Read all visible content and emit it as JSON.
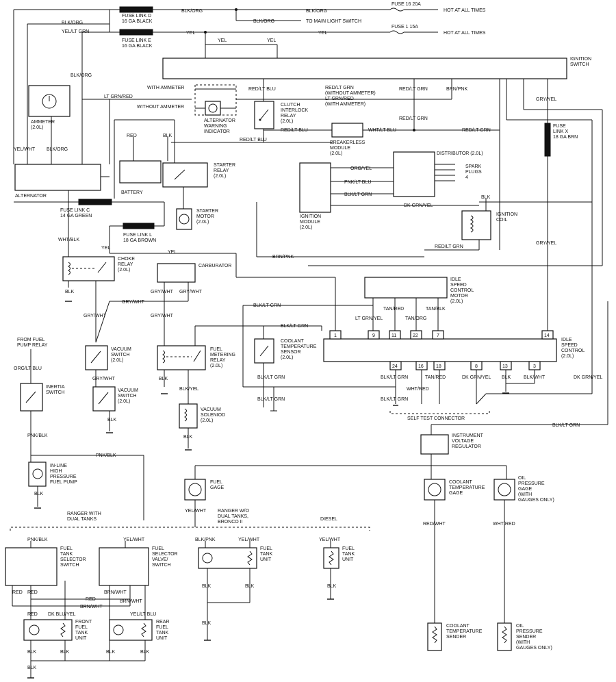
{
  "fuses": {
    "fuse16": "FUSE 16 20A",
    "fuse1": "FUSE 1 15A",
    "hot1": "HOT AT ALL TIMES",
    "hot2": "HOT AT ALL TIMES",
    "main_light": "TO MAIN LIGHT SWITCH",
    "link_d": [
      "FUSE LINK D",
      "16 GA BLACK"
    ],
    "link_e": [
      "FUSE LINK E",
      "16 GA BLACK"
    ],
    "link_c": [
      "FUSE LINK C",
      "14 GA GREEN"
    ],
    "link_l": [
      "FUSE LINK L",
      "18 GA BROWN"
    ],
    "link_x": [
      "FUSE",
      "LINK X",
      "18 GA BRN"
    ]
  },
  "components": {
    "ignition_switch": [
      "IGNITION",
      "SWITCH"
    ],
    "ammeter": [
      "AMMETER",
      "(2.0L)"
    ],
    "alternator": "ALTERNATOR",
    "alt_warning": [
      "ALTERNATOR",
      "WARNING",
      "INDICATOR"
    ],
    "with_ammeter": "WITH AMMETER",
    "without_ammeter": "WITHOUT AMMETER",
    "clutch_relay": [
      "CLUTCH",
      "INTERLOCK",
      "RELAY",
      "(2.0L)"
    ],
    "battery": "BATTERY",
    "starter_relay": [
      "STARTER",
      "RELAY",
      "(2.0L)"
    ],
    "starter_motor": [
      "STARTER",
      "MOTOR",
      "(2.0L)"
    ],
    "breakerless": [
      "BREAKERLESS",
      "MODULE",
      "(2.0L)"
    ],
    "distributor": "DISTRIBUTOR (2.0L)",
    "spark_plugs": [
      "SPARK",
      "PLUGS",
      "4"
    ],
    "ignition_module": [
      "IGNITION",
      "MODULE",
      "(2.0L)"
    ],
    "ignition_coil": [
      "IGNITION",
      "COIL"
    ],
    "choke_relay": [
      "CHOKE",
      "RELAY",
      "(2.0L)"
    ],
    "carburetor": "CARBURATOR",
    "idle_motor": [
      "IDLE",
      "SPEED",
      "CONTROL",
      "MOTOR",
      "(2.0L)"
    ],
    "coolant_sensor": [
      "COOLANT",
      "TEMPERATURE",
      "SENSOR",
      "(2.0L)"
    ],
    "isc": [
      "IDLE",
      "SPEED",
      "CONTROL",
      "(2.0L)"
    ],
    "self_test": "SELF TEST CONNECTOR",
    "from_fuel_pump_relay": [
      "FROM FUEL",
      "PUMP RELAY"
    ],
    "inertia": [
      "INERTIA",
      "SWITCH"
    ],
    "vacuum_switch1": [
      "VACUUM",
      "SWITCH",
      "(2.0L)"
    ],
    "vacuum_switch2": [
      "VACUUM",
      "SWITCH",
      "(2.0L)"
    ],
    "fuel_metering": [
      "FUEL",
      "METERING",
      "RELAY",
      "(2.0L)"
    ],
    "vacuum_solenoid": [
      "VACUUM",
      "SOLENIOD",
      "(2.0L)"
    ],
    "fuel_pump": [
      "IN-LINE",
      "HIGH",
      "PRESSURE",
      "FUEL PUMP"
    ],
    "ivr": [
      "INSTRUMENT",
      "VOLTAGE",
      "REGULATOR"
    ],
    "fuel_gage": [
      "FUEL",
      "GAGE"
    ],
    "coolant_gage": [
      "COOLANT",
      "TEMPERATURE",
      "GAGE"
    ],
    "oil_gage": [
      "OIL",
      "PRESSURE",
      "GAGE",
      "(WITH",
      "GAUGES ONLY)"
    ],
    "ranger_dual": [
      "RANGER WITH",
      "DUAL TANKS"
    ],
    "ranger_wo": [
      "RANGER W/O",
      "DUAL TANKS,",
      "BRONCO II"
    ],
    "diesel": "DIESEL",
    "selector_switch": [
      "FUEL",
      "TANK",
      "SELECTOR",
      "SWITCH"
    ],
    "selector_valve": [
      "FUEL",
      "SELECTOR",
      "VALVE/",
      "SWITCH"
    ],
    "front_tank": [
      "FRONT",
      "FUEL",
      "TANK",
      "UNIT"
    ],
    "rear_tank": [
      "REAR",
      "FUEL",
      "TANK",
      "UNIT"
    ],
    "tank_unit1": [
      "FUEL",
      "TANK",
      "UNIT"
    ],
    "tank_unit2": [
      "FUEL",
      "TANK",
      "UNIT"
    ],
    "coolant_sender": [
      "COOLANT",
      "TEMPERATURE",
      "SENDER"
    ],
    "oil_sender": [
      "OIL",
      "PRESSURE",
      "SENDER",
      "(WITH",
      "GAUGES ONLY)"
    ]
  },
  "wires": {
    "blk_org_1": "BLK/ORG",
    "blk_org_2": "BLK/ORG",
    "blk_org_3": "BLK/ORG",
    "blk_org_4": "BLK/ORG",
    "blk_org_5": "BLK/ORG",
    "blk_org_6": "BLK/ORG",
    "yel_ltgrn": "YEL/LT GRN",
    "yel_1": "YEL",
    "yel_2": "YEL",
    "yel_3": "YEL",
    "yel_4": "YEL",
    "yel_5": "YEL",
    "yel_6": "YEL",
    "ltgrn_red": "LT GRN/RED",
    "red_ltblu_1": "RED/LT BLU",
    "red_ltblu_2": "RED/LT BLU",
    "red_ltblu_3": "RED/LT BLU",
    "red_ltgrn_wo": [
      "RED/LT GRN",
      "(WITHOUT AMMETER)",
      "LT GRN/RED",
      "(WITH AMMETER)"
    ],
    "red_ltgrn_1": "RED/LT GRN",
    "red_ltgrn_2": "RED/LT GRN",
    "red_ltgrn_3": "RED/LT GRN",
    "red_ltgrn_4": "RED/LT GRN",
    "brn_pnk_1": "BRN/PNK",
    "brn_pnk_2": "BRN/PNK",
    "gry_yel_1": "GRY/YEL",
    "gry_yel_2": "GRY/YEL",
    "wht_ltblu": "WHT/LT BLU",
    "red_bat": "RED",
    "blk_bat": "BLK",
    "yel_wht_alt": "YEL/WHT",
    "blk_org_alt": "BLK/ORG",
    "org_yel": "ORG/YEL",
    "pnk_ltblu": "PNK/LT BLU",
    "blk_ltgrn_dist": "BLK/LT GRN",
    "dk_grn_yel_1": "DK GRN/YEL",
    "dk_grn_yel_2": "DK GRN/YEL",
    "dk_grn_yel_3": "DK GRN/YEL",
    "blk_coil": "BLK",
    "wht_blk": "WHT/BLK",
    "blk_choke": "BLK",
    "gry_wht_1": "GRY/WHT",
    "gry_wht_2": "GRY/WHT",
    "gry_wht_3": "GRY/WHT",
    "gry_wht_4": "GRY/WHT",
    "gry_wht_5": "GRY/WHT",
    "gry_wht_6": "GRY/WHT",
    "blk_ltgrn_1": "BLK/LT GRN",
    "blk_ltgrn_2": "BLK/LT GRN",
    "blk_ltgrn_3": "BLK/LT GRN",
    "blk_ltgrn_4": "BLK/LT GRN",
    "blk_ltgrn_5": "BLK/LT GRN",
    "blk_ltgrn_6": "BLK/LT GRN",
    "ltgrn_yel": "LT GRN/YEL",
    "tan_red_1": "TAN/RED",
    "tan_org": "TAN/ORG",
    "tan_blk": "TAN/BLK",
    "tan_red_2": "TAN/RED",
    "wht_red_1": "WHT/RED",
    "blk_isc": "BLK",
    "blk_wht": "BLK/WHT",
    "org_ltblu": "ORG/LT BLU",
    "pnk_blk_1": "PNK/BLK",
    "pnk_blk_2": "PNK/BLK",
    "pnk_blk_3": "PNK/BLK",
    "blk_vs2": "BLK",
    "blk_fmr": "BLK",
    "blk_yel": "BLK/YEL",
    "blk_sol": "BLK",
    "blk_pump": "BLK",
    "yel_wht_g": "YEL/WHT",
    "red_wht": "RED/WHT",
    "wht_red_2": "WHT/RED",
    "blk_pnk": "BLK/PNK",
    "yel_wht_t1": "YEL/WHT",
    "yel_wht_t2": "YEL/WHT",
    "blk_t1a": "BLK",
    "blk_t1b": "BLK",
    "blk_t1c": "BLK",
    "blk_t2": "BLK",
    "yel_wht_sv": "YEL/WHT",
    "red_1": "RED",
    "red_2": "RED",
    "red_3": "RED",
    "red_4": "RED",
    "brn_wht_1": "BRN/WHT",
    "brn_wht_2": "BRN/WHT",
    "brn_wht_3": "BRN/WHT",
    "dk_blu_yel": "DK BLU/YEL",
    "yel_ltblu": "YEL/LT BLU",
    "blk_f1": "BLK",
    "blk_f2": "BLK",
    "blk_f3": "BLK"
  },
  "pins": {
    "p1": "1",
    "p9": "9",
    "p11": "11",
    "p22": "22",
    "p7": "7",
    "p14": "14",
    "p24": "24",
    "p16": "16",
    "p18": "18",
    "p8": "8",
    "p13": "13",
    "p3": "3"
  }
}
